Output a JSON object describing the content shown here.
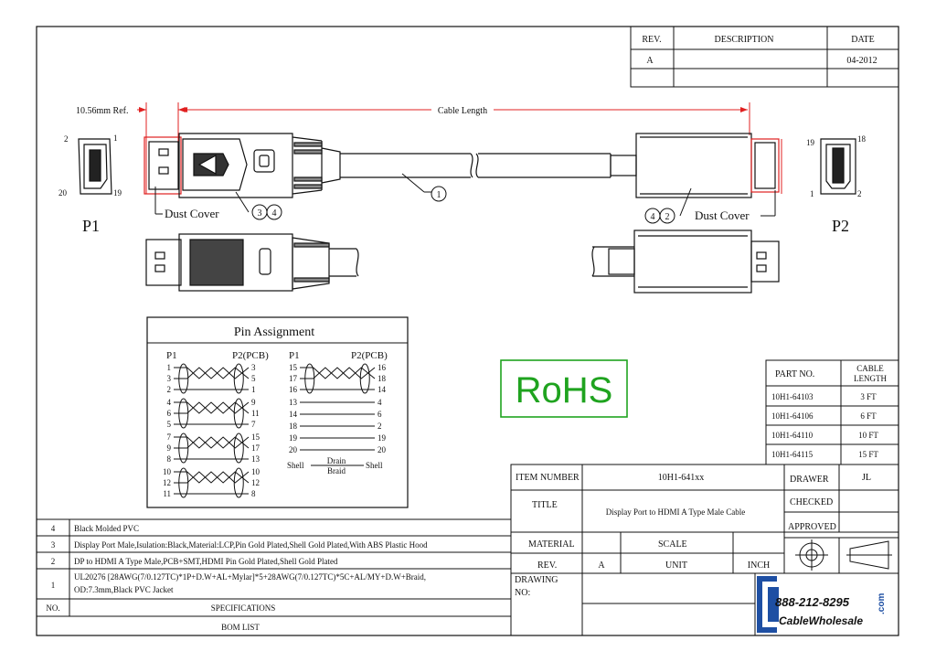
{
  "revision_table": {
    "rev_header": "REV.",
    "description_header": "DESCRIPTION",
    "date_header": "DATE",
    "rev": "A",
    "date": "04-2012"
  },
  "dimensions": {
    "ref": "10.56mm Ref.",
    "cable_length": "Cable Length"
  },
  "connectors": {
    "p1": "P1",
    "p2": "P2",
    "p1_pins": [
      "2",
      "1",
      "20",
      "19"
    ],
    "p2_pins": [
      "19",
      "18",
      "1",
      "2"
    ],
    "dust_cover": "Dust Cover",
    "balloon_1": "1",
    "balloon_3": "3",
    "balloon_4": "4",
    "balloon_2": "2"
  },
  "pin_assignment": {
    "title": "Pin Assignment",
    "p1_label": "P1",
    "p2_label": "P2(PCB)",
    "left_twisted_groups": [
      {
        "p1": [
          "1",
          "3",
          "2"
        ],
        "p2": [
          "3",
          "5",
          "1"
        ]
      },
      {
        "p1": [
          "4",
          "6",
          "5"
        ],
        "p2": [
          "9",
          "11",
          "7"
        ]
      },
      {
        "p1": [
          "7",
          "9",
          "8"
        ],
        "p2": [
          "15",
          "17",
          "13"
        ]
      },
      {
        "p1": [
          "10",
          "12",
          "11"
        ],
        "p2": [
          "10",
          "12",
          "8"
        ]
      }
    ],
    "right_twisted_group": {
      "p1": [
        "15",
        "17",
        "16"
      ],
      "p2": [
        "16",
        "18",
        "14"
      ]
    },
    "right_straight": [
      {
        "p1": "13",
        "p2": "4"
      },
      {
        "p1": "14",
        "p2": "6"
      },
      {
        "p1": "18",
        "p2": "2"
      },
      {
        "p1": "19",
        "p2": "19"
      },
      {
        "p1": "20",
        "p2": "20"
      }
    ],
    "shell_left": "Shell",
    "shell_right": "Shell",
    "drain": "Drain",
    "braid": "Braid"
  },
  "rohs": "RoHS",
  "part_table": {
    "part_header": "PART NO.",
    "length_header_1": "CABLE",
    "length_header_2": "LENGTH",
    "rows": [
      {
        "part": "10H1-64103",
        "length": "3 FT"
      },
      {
        "part": "10H1-64106",
        "length": "6 FT"
      },
      {
        "part": "10H1-64110",
        "length": "10 FT"
      },
      {
        "part": "10H1-64115",
        "length": "15 FT"
      }
    ]
  },
  "title_block": {
    "item_number_label": "ITEM NUMBER",
    "item_number": "10H1-641xx",
    "drawer_label": "DRAWER",
    "drawer": "JL",
    "title_label": "TITLE",
    "title": "Display Port  to HDMI A Type  Male Cable",
    "checked_label": "CHECKED",
    "approved_label": "APPROVED",
    "material_label": "MATERIAL",
    "scale_label": "SCALE",
    "rev_label": "REV.",
    "rev": "A",
    "unit_label": "UNIT",
    "unit": "INCH",
    "drawing_no_label_1": "DRAWING",
    "drawing_no_label_2": "NO:"
  },
  "logo": {
    "phone": "888-212-8295",
    "name": "CableWholesale",
    "suffix": ".com"
  },
  "bom": {
    "rows": [
      {
        "no": "4",
        "spec": "Black Molded PVC"
      },
      {
        "no": "3",
        "spec": "Display Port Male,Isulation:Black,Material:LCP,Pin Gold Plated,Shell Gold Plated,With ABS Plastic Hood"
      },
      {
        "no": "2",
        "spec": "DP to HDMI A Type Male,PCB+SMT,HDMI Pin Gold Plated,Shell Gold Plated"
      },
      {
        "no": "1",
        "spec_1": "UL20276 [28AWG(7/0.127TC)*1P+D.W+AL+Mylar]*5+28AWG(7/0.127TC)*5C+AL/MY+D.W+Braid,",
        "spec_2": "OD:7.3mm,Black PVC Jacket"
      }
    ],
    "no_header": "NO.",
    "spec_header": "SPECIFICATIONS",
    "list_label": "BOM LIST"
  },
  "colors": {
    "dimension_red": "#e02020",
    "rohs_green": "#1fa31f",
    "logo_blue": "#1e4fa3"
  }
}
